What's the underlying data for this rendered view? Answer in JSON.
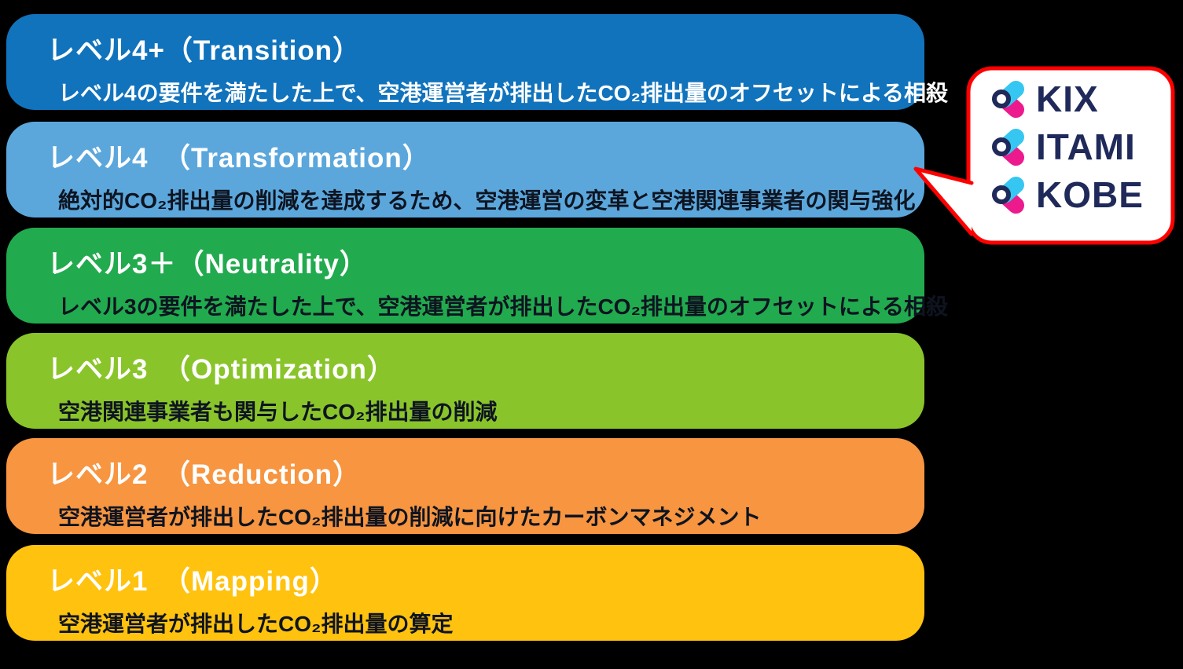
{
  "colors": {
    "bg": "#000000",
    "bar1": "#1173BC",
    "bar2": "#5BA7DC",
    "bar3": "#22AA4E",
    "bar4": "#8AC42B",
    "bar5": "#F79540",
    "bar6": "#FFC20E",
    "descDark": "#0E1420",
    "calloutBorder": "#FF0000",
    "calloutBg": "#FFFFFF",
    "logoCyan": "#35C7F2",
    "logoMagenta": "#EC1A8D",
    "logoNavy": "#1F2A5A"
  },
  "levels": [
    {
      "title": "レベル4+（Transition）",
      "description": "レベル4の要件を満たした上で、空港運営者が排出したCO₂排出量のオフセットによる相殺"
    },
    {
      "title": "レベル4　（Transformation）",
      "description": "絶対的CO₂排出量の削減を達成するため、空港運営の変革と空港関連事業者の関与強化"
    },
    {
      "title": "レベル3＋（Neutrality）",
      "description": "レベル3の要件を満たした上で、空港運営者が排出したCO₂排出量のオフセットによる相殺"
    },
    {
      "title": "レベル3　（Optimization）",
      "description": "空港関連事業者も関与したCO₂排出量の削減"
    },
    {
      "title": "レベル2　（Reduction）",
      "description": "空港運営者が排出したCO₂排出量の削減に向けたカーボンマネジメント"
    },
    {
      "title": "レベル1　（Mapping）",
      "description": "空港運営者が排出したCO₂排出量の算定"
    }
  ],
  "callout": {
    "airports": [
      {
        "name": "KIX"
      },
      {
        "name": "ITAMI"
      },
      {
        "name": "KOBE"
      }
    ]
  }
}
